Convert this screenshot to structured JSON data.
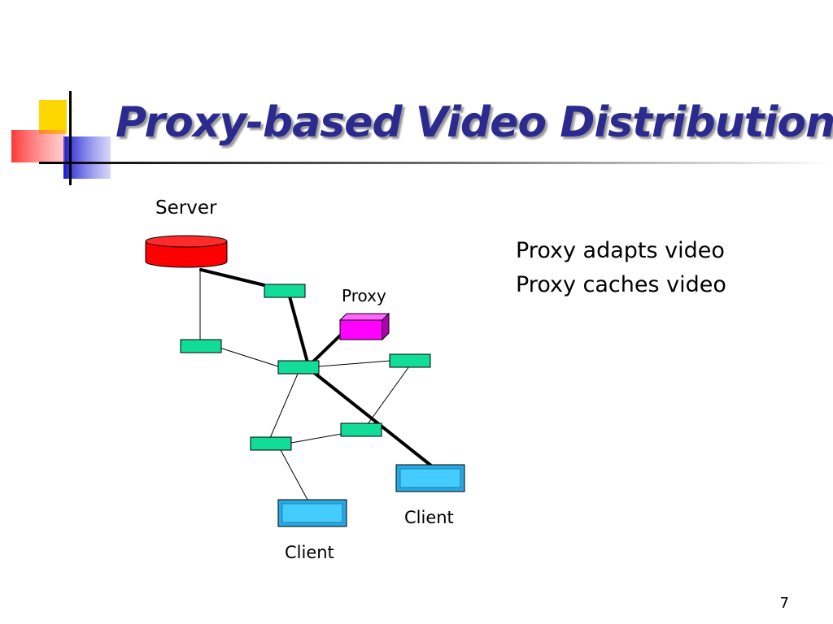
{
  "slide": {
    "title": "Proxy-based Video Distribution",
    "page_number": "7",
    "bullets": [
      "Proxy adapts video",
      "Proxy caches video"
    ]
  },
  "diagram": {
    "labels": {
      "server": "Server",
      "proxy": "Proxy",
      "client_right": "Client",
      "client_left": "Client"
    },
    "colors": {
      "server": "#ff0000",
      "proxy": "#ff00ff",
      "router": "#11dd99",
      "client": "#33ccff",
      "title": "#2b2b8f"
    }
  }
}
